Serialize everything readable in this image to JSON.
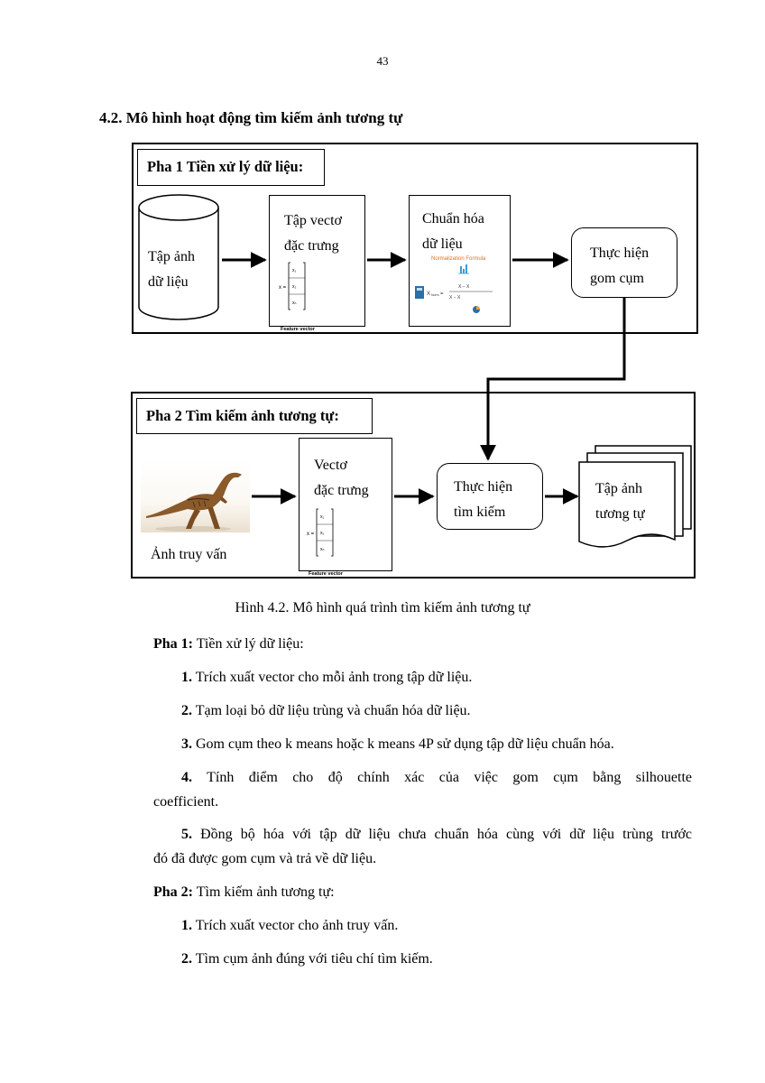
{
  "page_number": "43",
  "section_heading": "4.2. Mô hình hoạt động tìm kiếm ảnh tương tự",
  "phase1": {
    "title": "Pha 1 Tiền xử lý dữ liệu:",
    "dataset_label_line1": "Tập ảnh",
    "dataset_label_line2": "dữ liệu",
    "feature_vector_line1": "Tập vectơ",
    "feature_vector_line2": "đặc trưng",
    "feature_vector_caption": "Feature vector",
    "normalize_line1": "Chuẩn hóa",
    "normalize_line2": "dữ liệu",
    "normalization_formula_title": "Normalization Formula",
    "clustering_line1": "Thực hiện",
    "clustering_line2": "gom cụm"
  },
  "phase2": {
    "title": "Pha 2 Tìm kiếm ảnh tương tự:",
    "query_image_label": "Ảnh truy vấn",
    "feature_vector_line1": "Vectơ",
    "feature_vector_line2": "đặc trưng",
    "feature_vector_caption": "Feature vector",
    "search_line1": "Thực hiện",
    "search_line2": "tìm kiếm",
    "result_line1": "Tập ảnh",
    "result_line2": "tương tự"
  },
  "figure_caption": "Hình 4.2. Mô hình quá trình tìm kiếm ảnh tương tự",
  "body": {
    "phase1_label": "Pha 1:",
    "phase1_text": "Tiền xử lý dữ liệu:",
    "phase1_steps": [
      {
        "num": "1.",
        "text": "Trích xuất vector cho mỗi ảnh trong tập dữ liệu."
      },
      {
        "num": "2.",
        "text": "Tạm loại bỏ dữ liệu trùng và chuẩn hóa dữ liệu."
      },
      {
        "num": "3.",
        "text": "Gom cụm theo k means hoặc k means 4P sử dụng tập dữ liệu chuẩn hóa."
      },
      {
        "num": "4.",
        "text_line1": "Tính điểm cho độ chính xác của việc gom cụm bằng silhouette",
        "text_line2": "coefficient."
      },
      {
        "num": "5.",
        "text_line1": "Đồng bộ hóa với tập dữ liệu chưa chuẩn hóa cùng với dữ liệu trùng trước",
        "text_line2": "đó đã được gom cụm và trả về dữ liệu."
      }
    ],
    "phase2_label": "Pha 2:",
    "phase2_text": "Tìm kiếm ảnh tương tự:",
    "phase2_steps": [
      {
        "num": "1.",
        "text": "Trích xuất vector cho ảnh truy vấn."
      },
      {
        "num": "2.",
        "text": "Tìm cụm ảnh đúng với tiêu chí tìm kiếm."
      }
    ]
  }
}
